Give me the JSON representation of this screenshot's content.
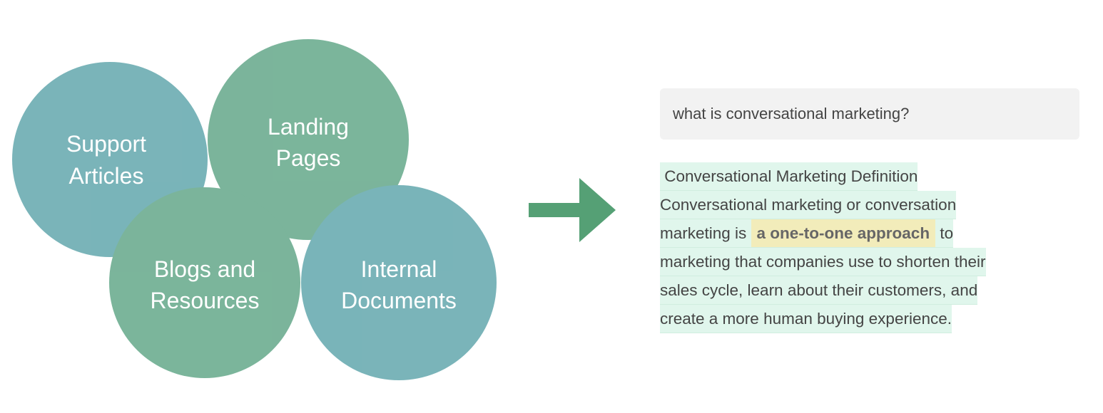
{
  "sources": [
    {
      "label_lines": [
        "Support",
        "Articles"
      ],
      "color": "#4d9ba2"
    },
    {
      "label_lines": [
        "Landing",
        "Pages"
      ],
      "color": "#4f9c7a"
    },
    {
      "label_lines": [
        "Blogs and",
        "Resources"
      ],
      "color": "#4f9c7a"
    },
    {
      "label_lines": [
        "Internal",
        "Documents"
      ],
      "color": "#4d9ba2"
    }
  ],
  "arrow": {
    "color": "#55a075",
    "icon": "arrow-right-icon"
  },
  "query": {
    "text": "what is conversational marketing?"
  },
  "answer": {
    "title": " Conversational Marketing Definition",
    "line1": "Conversational marketing or conversation",
    "line2_before": "marketing is ",
    "line2_highlight": "a one-to-one approach",
    "line2_after": " to",
    "line3": "marketing that companies use to shorten their",
    "line4": "sales cycle, learn about their customers, and",
    "line5": "create a more human buying experience."
  }
}
